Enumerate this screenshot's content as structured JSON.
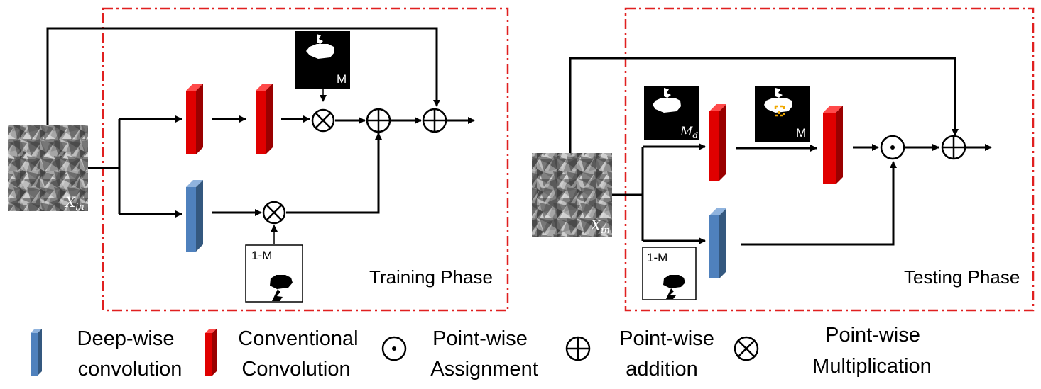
{
  "colors": {
    "conventional": "#e00000",
    "conventional_dark": "#9a0000",
    "conventional_top": "#ff4a4a",
    "depthwise": "#4f81bd",
    "depthwise_dark": "#34587f",
    "depthwise_top": "#8fb3de",
    "phase_border": "#e02020",
    "arrow": "#000000",
    "hole_marker": "#f0a800"
  },
  "training": {
    "phase_label": "Training Phase",
    "input_label": "X",
    "input_sub": "in",
    "mask_label": "M",
    "inverse_mask_label": "1-M"
  },
  "testing": {
    "phase_label": "Testing Phase",
    "input_label": "X",
    "input_sub": "in",
    "dilated_mask_label": "M",
    "dilated_mask_sub": "d",
    "mask_label": "M",
    "inverse_mask_label": "1-M"
  },
  "legend": {
    "depthwise": {
      "line1": "Deep-wise",
      "line2": "convolution",
      "icon": "depthwise-conv-block-icon"
    },
    "conventional": {
      "line1": "Conventional",
      "line2": "Convolution",
      "icon": "conventional-conv-block-icon"
    },
    "assignment": {
      "line1": "Point-wise",
      "line2": "Assignment",
      "icon": "odot-icon"
    },
    "addition": {
      "line1": "Point-wise",
      "line2": "addition",
      "icon": "oplus-icon"
    },
    "multiplication": {
      "line1": "Point-wise",
      "line2": "Multiplication",
      "icon": "otimes-icon"
    }
  }
}
